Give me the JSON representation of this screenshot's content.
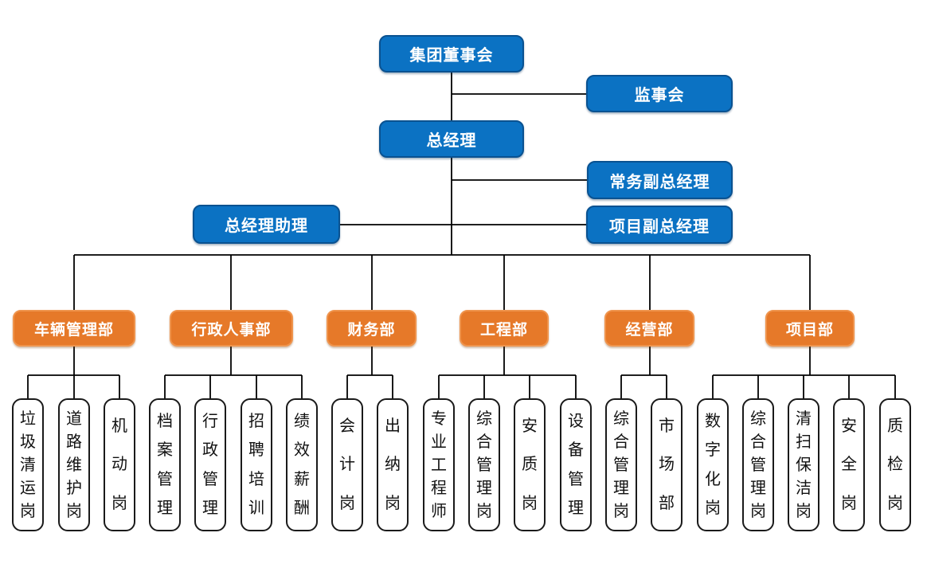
{
  "colors": {
    "executive_box_fill": "#0b72c3",
    "department_box_fill": "#e67929",
    "position_box_border": "#1a1a1a",
    "connector_line": "#000000"
  },
  "executive": {
    "board": "集团董事会",
    "supervisory_board": "监事会",
    "general_manager": "总经理",
    "executive_deputy_gm": "常务副总经理",
    "gm_assistant": "总经理助理",
    "project_deputy_gm": "项目副总经理"
  },
  "departments": [
    {
      "label": "车辆管理部",
      "positions": [
        "垃圾清运岗",
        "道路维护岗",
        "机动岗"
      ]
    },
    {
      "label": "行政人事部",
      "positions": [
        "档案管理",
        "行政管理",
        "招聘培训",
        "绩效薪酬"
      ]
    },
    {
      "label": "财务部",
      "positions": [
        "会计岗",
        "出纳岗"
      ]
    },
    {
      "label": "工程部",
      "positions": [
        "专业工程师",
        "综合管理岗",
        "安质岗",
        "设备管理"
      ]
    },
    {
      "label": "经营部",
      "positions": [
        "综合管理岗",
        "市场部"
      ]
    },
    {
      "label": "项目部",
      "positions": [
        "数字化岗",
        "综合管理岗",
        "清扫保洁岗",
        "安全岗",
        "质检岗"
      ]
    }
  ]
}
